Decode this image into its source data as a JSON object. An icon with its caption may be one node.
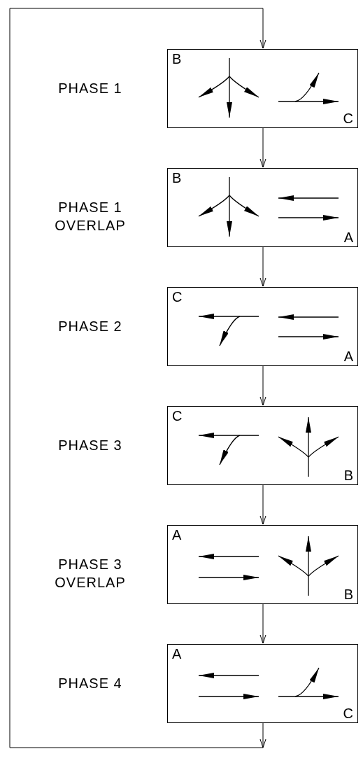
{
  "diagram": {
    "nodes": [
      {
        "text": [
          "B",
          "C"
        ],
        "beside": [
          "PHASE 1"
        ]
      },
      {
        "text": [
          "B",
          "A"
        ],
        "beside": [
          "PHASE 1 OVERLAP"
        ]
      },
      {
        "text": [
          "C",
          "A"
        ],
        "beside": [
          "PHASE 2"
        ]
      },
      {
        "text": [
          "C",
          "B"
        ],
        "beside": [
          "PHASE 3"
        ]
      },
      {
        "text": [
          "A",
          "B"
        ],
        "beside": [
          "PHASE 3 OVERLAP"
        ]
      },
      {
        "text": [
          "A",
          "C"
        ],
        "beside": [
          "PHASE 4"
        ]
      }
    ],
    "edges": [
      {
        "from": 0,
        "to": 1,
        "arrow": "to"
      },
      {
        "from": 1,
        "to": 2,
        "arrow": "to"
      },
      {
        "from": 2,
        "to": 3,
        "arrow": "to"
      },
      {
        "from": 3,
        "to": 4,
        "arrow": "to"
      },
      {
        "from": 4,
        "to": 5,
        "arrow": "to"
      },
      {
        "from": 5,
        "to": 0,
        "arrow": "to"
      }
    ]
  }
}
